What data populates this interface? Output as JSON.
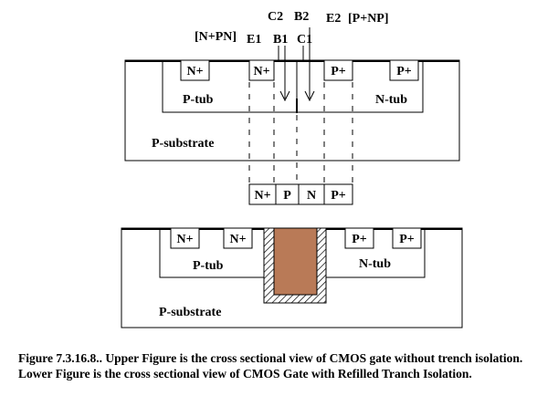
{
  "upper": {
    "labels": {
      "n_pn": "[N+PN]",
      "e1": "E1",
      "b1": "B1",
      "c1": "C1",
      "c2": "C2",
      "b2": "B2",
      "e2": "E2",
      "p_np": "[P+NP]"
    },
    "diffusions": [
      "N+",
      "N+",
      "P+",
      "P+"
    ],
    "p_tub": "P-tub",
    "n_tub": "N-tub",
    "substrate": "P-substrate",
    "strip": [
      "N+",
      "P",
      "N",
      "P+"
    ]
  },
  "lower": {
    "diffusions": [
      "N+",
      "N+",
      "P+",
      "P+"
    ],
    "p_tub": "P-tub",
    "n_tub": "N-tub",
    "substrate": "P-substrate",
    "trench_fill_color": "#b97a57"
  },
  "caption": "Figure 7.3.16.8.. Upper Figure is the cross sectional view of CMOS gate  without trench isolation. Lower Figure is the cross sectional view of CMOS Gate with Refilled Tranch Isolation."
}
